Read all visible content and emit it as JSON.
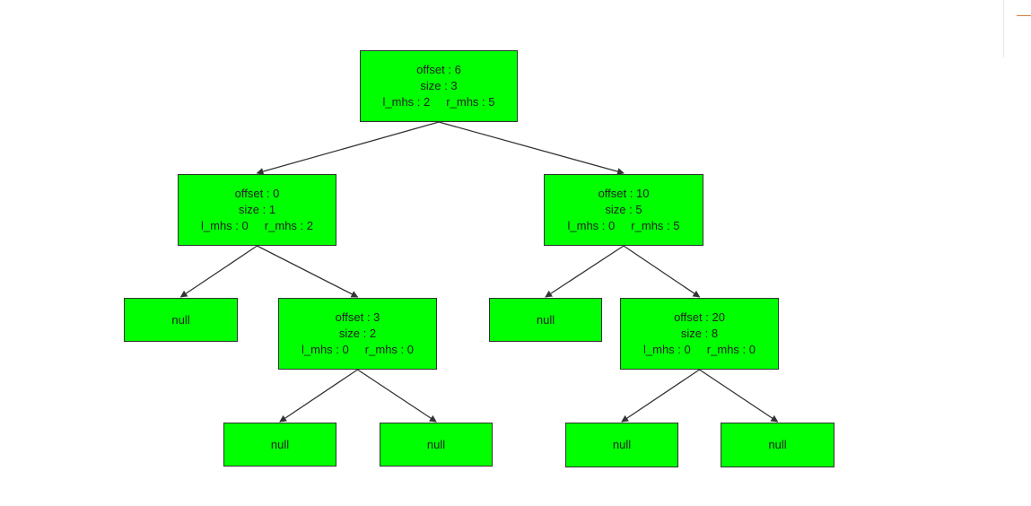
{
  "diagram": {
    "colors": {
      "node_fill": "#00ff00",
      "node_border": "#333333",
      "edge": "#333333",
      "text": "#222222"
    },
    "nodes": {
      "root": {
        "offset": "offset : 6",
        "size": "size : 3",
        "mhs": "l_mhs : 2     r_mhs : 5"
      },
      "left": {
        "offset": "offset : 0",
        "size": "size : 1",
        "mhs": "l_mhs : 0     r_mhs : 2"
      },
      "right": {
        "offset": "offset : 10",
        "size": "size : 5",
        "mhs": "l_mhs : 0     r_mhs : 5"
      },
      "left_right": {
        "offset": "offset : 3",
        "size": "size : 2",
        "mhs": "l_mhs : 0     r_mhs : 0"
      },
      "right_right": {
        "offset": "offset : 20",
        "size": "size : 8",
        "mhs": "l_mhs : 0     r_mhs : 0"
      },
      "null_label": "null"
    },
    "edges": [
      [
        "root",
        "left"
      ],
      [
        "root",
        "right"
      ],
      [
        "left",
        "left_left_null"
      ],
      [
        "left",
        "left_right"
      ],
      [
        "right",
        "right_left_null"
      ],
      [
        "right",
        "right_right"
      ],
      [
        "left_right",
        "lr_left_null"
      ],
      [
        "left_right",
        "lr_right_null"
      ],
      [
        "right_right",
        "rr_left_null"
      ],
      [
        "right_right",
        "rr_right_null"
      ]
    ]
  },
  "window_chrome": {
    "accent": "#e07b39"
  }
}
